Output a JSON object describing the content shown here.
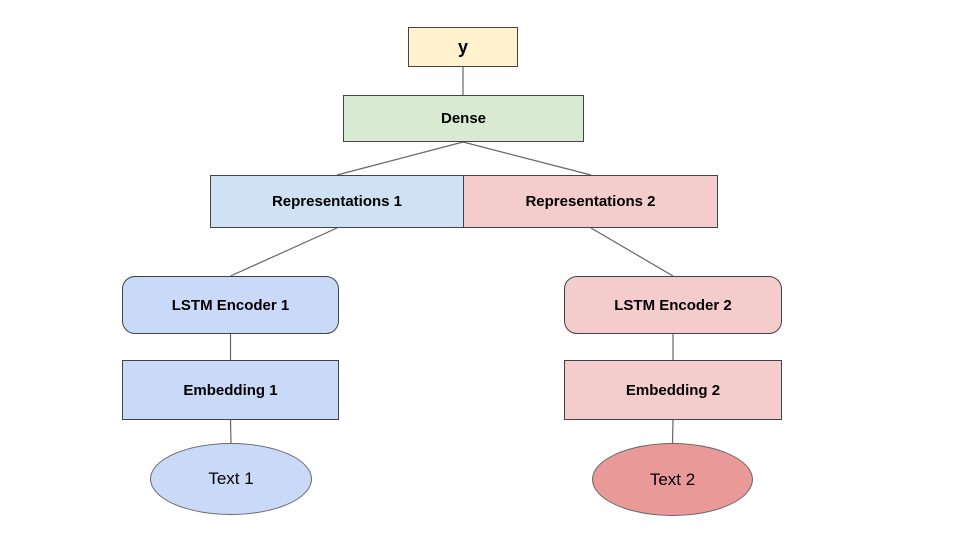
{
  "diagram": {
    "type": "flowchart",
    "description": "Siamese LSTM model architecture with two text-input branches merging into a Dense layer producing output y",
    "nodes": {
      "y": {
        "label": "y",
        "shape": "rectangle",
        "fill": "#fff2cc"
      },
      "dense": {
        "label": "Dense",
        "shape": "rectangle",
        "fill": "#d9ead3"
      },
      "rep1": {
        "label": "Representations 1",
        "shape": "rectangle",
        "fill": "#cfe2f3"
      },
      "rep2": {
        "label": "Representations 2",
        "shape": "rectangle",
        "fill": "#f4cccc"
      },
      "lstm1": {
        "label": "LSTM Encoder 1",
        "shape": "rounded-rectangle",
        "fill": "#c9daf8"
      },
      "lstm2": {
        "label": "LSTM Encoder 2",
        "shape": "rounded-rectangle",
        "fill": "#f4cccc"
      },
      "emb1": {
        "label": "Embedding 1",
        "shape": "rectangle",
        "fill": "#c9daf8"
      },
      "emb2": {
        "label": "Embedding 2",
        "shape": "rectangle",
        "fill": "#f4cccc"
      },
      "text1": {
        "label": "Text 1",
        "shape": "ellipse",
        "fill": "#c9daf8"
      },
      "text2": {
        "label": "Text 2",
        "shape": "ellipse",
        "fill": "#ea9999"
      }
    },
    "edges": [
      {
        "from": "y",
        "to": "dense"
      },
      {
        "from": "dense",
        "to": "rep1"
      },
      {
        "from": "dense",
        "to": "rep2"
      },
      {
        "from": "rep1",
        "to": "lstm1"
      },
      {
        "from": "rep2",
        "to": "lstm2"
      },
      {
        "from": "lstm1",
        "to": "emb1"
      },
      {
        "from": "lstm2",
        "to": "emb2"
      },
      {
        "from": "emb1",
        "to": "text1"
      },
      {
        "from": "emb2",
        "to": "text2"
      }
    ],
    "colors": {
      "background": "#ffffff",
      "connector_line": "#666666",
      "shape_border": "#434343"
    }
  }
}
